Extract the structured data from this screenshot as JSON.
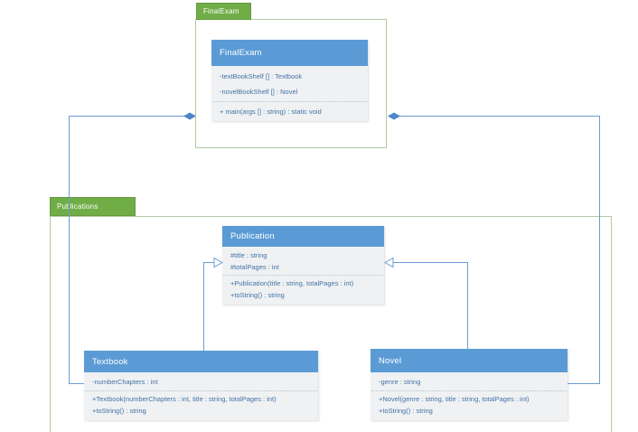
{
  "packages": {
    "finalexam": {
      "label": "FinalExam"
    },
    "publications": {
      "label": "Publications"
    }
  },
  "classes": {
    "finalexam": {
      "title": "FinalExam",
      "attributes": [
        "-textBookShelf [] : Textbook",
        "-novelBookShelf [] : Novel"
      ],
      "methods": [
        "+ main(args [] : string) : static void"
      ]
    },
    "publication": {
      "title": "Publication",
      "attributes": [
        "#title : string",
        "#totalPages : int"
      ],
      "methods": [
        "+Publication(title : string, totalPages : int)",
        "+toString() : string"
      ]
    },
    "textbook": {
      "title": "Textbook",
      "attributes": [
        "-numberChapters : int"
      ],
      "methods": [
        "+Textbook(numberChapters : int, title : string, totalPages : int)",
        "+toString() : string"
      ]
    },
    "novel": {
      "title": "Novel",
      "attributes": [
        "-genre : string"
      ],
      "methods": [
        "+Novel(genre : string, title : string, totalPages : int)",
        "+toString() : string"
      ]
    }
  },
  "relationships": [
    {
      "type": "composition",
      "owner": "FinalExam",
      "part": "Textbook"
    },
    {
      "type": "composition",
      "owner": "FinalExam",
      "part": "Novel"
    },
    {
      "type": "inheritance",
      "child": "Textbook",
      "parent": "Publication"
    },
    {
      "type": "inheritance",
      "child": "Novel",
      "parent": "Publication"
    }
  ],
  "colors": {
    "class_header": "#5b9bd5",
    "class_body": "#eff1f3",
    "member_text": "#4473a5",
    "package_tab": "#70ad47",
    "package_border": "#b3caa0",
    "connector": "#6b9bd2",
    "composition_diamond": "#4e86c6"
  }
}
